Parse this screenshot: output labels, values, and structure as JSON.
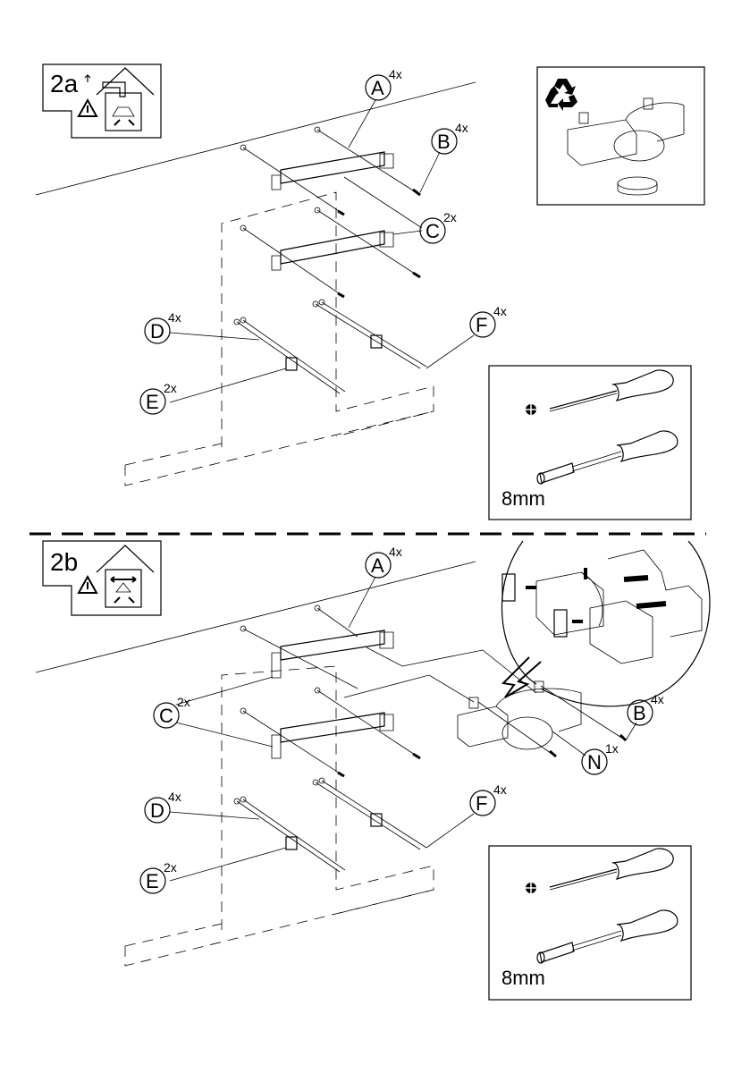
{
  "document": {
    "type": "installation-instructions",
    "sections": [
      {
        "id": "2a",
        "step_label": "2a",
        "mode": "ducted-exhaust",
        "icons": [
          "exhaust-duct-icon",
          "warning-icon",
          "house-hood-icon"
        ],
        "callouts": [
          {
            "letter": "A",
            "qty": "4x"
          },
          {
            "letter": "B",
            "qty": "4x"
          },
          {
            "letter": "C",
            "qty": "2x"
          },
          {
            "letter": "D",
            "qty": "4x"
          },
          {
            "letter": "E",
            "qty": "2x"
          },
          {
            "letter": "F",
            "qty": "4x"
          }
        ],
        "recycle_panel": {
          "icon": "recycle-icon",
          "part": "duct-adapter"
        },
        "tools_panel": {
          "tools": [
            "phillips-screwdriver",
            "nut-driver"
          ],
          "size_label": "8mm"
        }
      },
      {
        "id": "2b",
        "step_label": "2b",
        "mode": "recirculation",
        "icons": [
          "warning-icon",
          "house-recirculation-icon"
        ],
        "callouts": [
          {
            "letter": "A",
            "qty": "4x"
          },
          {
            "letter": "B",
            "qty": "4x"
          },
          {
            "letter": "C",
            "qty": "2x"
          },
          {
            "letter": "D",
            "qty": "4x"
          },
          {
            "letter": "E",
            "qty": "2x"
          },
          {
            "letter": "F",
            "qty": "4x"
          },
          {
            "letter": "N",
            "qty": "1x"
          }
        ],
        "detail_bubble": {
          "part": "duct-deflector-assembly"
        },
        "tools_panel": {
          "tools": [
            "phillips-screwdriver",
            "nut-driver"
          ],
          "size_label": "8mm"
        }
      }
    ]
  }
}
